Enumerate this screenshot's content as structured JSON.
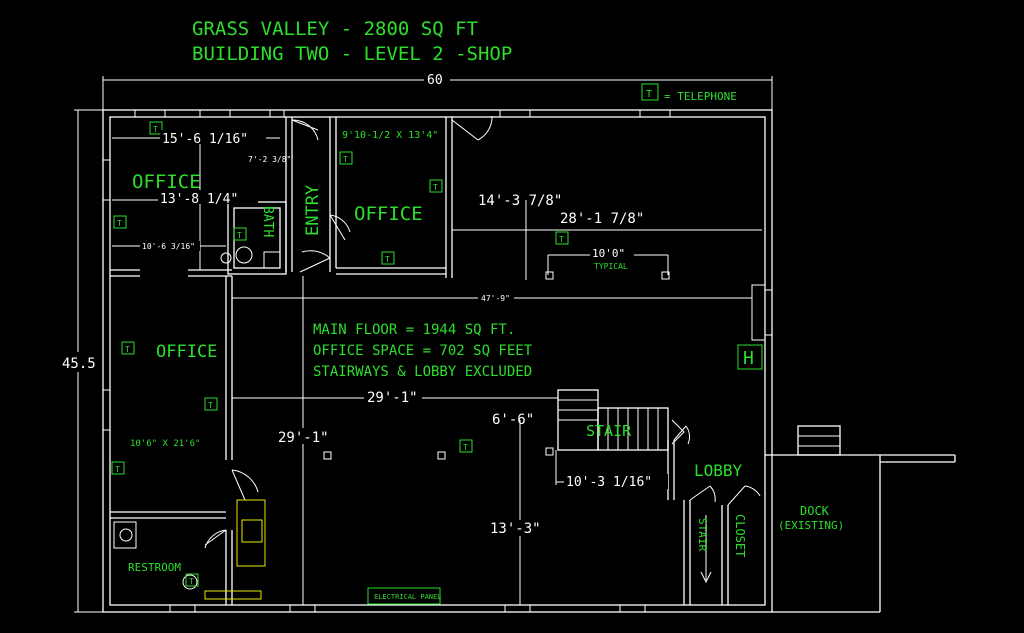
{
  "title": {
    "line1": "GRASS VALLEY  - 2800 SQ FT",
    "line2": "BUILDING TWO - LEVEL 2 -SHOP"
  },
  "legend": {
    "symbol": "T",
    "label": "= TELEPHONE"
  },
  "overall_dims": {
    "width": "60",
    "height": "45.5"
  },
  "rooms": {
    "office_nw": "OFFICE",
    "office_n": "OFFICE",
    "office_w": "OFFICE",
    "entry": "ENTRY",
    "bath": "BATH",
    "stair_main": "STAIR",
    "stair_small": "STAIR",
    "lobby": "LOBBY",
    "closet": "CLOSET",
    "restroom": "RESTROOM",
    "dock_line1": "DOCK",
    "dock_line2": "(EXISTING)"
  },
  "dimensions": {
    "d1": "15'-6 1/16\"",
    "d2": "13'-8 1/4\"",
    "d3": "7'-2 3/8\"",
    "d4": "10'-6 3/16\"",
    "d5": "9'10-1/2 X 13'4\"",
    "d6": "14'-3 7/8\"",
    "d7": "28'-1 7/8\"",
    "d8": "10'0\"",
    "d8_note": "TYPICAL",
    "d9": "47'-9\"",
    "d10": "29'-1\"",
    "d11": "29'-1\"",
    "d12": "6'-6\"",
    "d13": "10'-3 1/16\"",
    "d14": "13'-3\"",
    "d15": "10'6\" X 21'6\""
  },
  "notes": {
    "main_floor": "MAIN FLOOR = 1944 SQ FT.",
    "office_space": "OFFICE SPACE = 702 SQ FEET",
    "excluded": "STAIRWAYS & LOBBY EXCLUDED",
    "panel": "ELECTRICAL PANEL",
    "h_mark": "H"
  },
  "colors": {
    "text": "#2dde2d",
    "lines": "#ffffff",
    "fixture": "#e8e800",
    "background": "#000000"
  }
}
